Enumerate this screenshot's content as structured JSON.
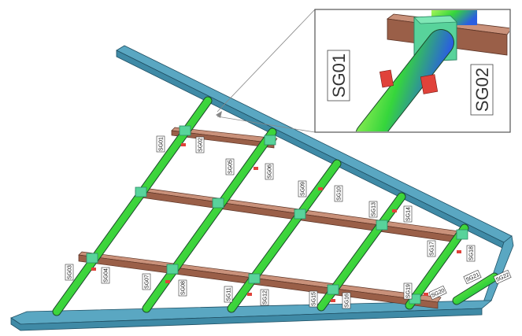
{
  "colors": {
    "background": "#ffffff",
    "frame_top": "#5aa7c2",
    "frame_side": "#3f8aa6",
    "frame_outline": "#1f4f63",
    "pipe_light": "#9cf04f",
    "pipe_mid": "#33d23a",
    "pipe_dark": "#2a6fe0",
    "collar": "#58d39b",
    "collar_edge": "#2d8a66",
    "beam_top": "#c9917a",
    "beam_side": "#9a5f48",
    "beam_edge": "#5b3325",
    "gauge_pad": "#e0423a",
    "tag_fill": "#ffffff",
    "tag_edge": "#333333"
  },
  "inset": {
    "labels": [
      "SG01",
      "SG02"
    ]
  },
  "gauge_labels": [
    "SG01",
    "SG02",
    "SG05",
    "SG06",
    "SG09",
    "SG10",
    "SG13",
    "SG14",
    "SG17",
    "SG18",
    "SG03",
    "SG04",
    "SG07",
    "SG08",
    "SG11",
    "SG12",
    "SG15",
    "SG16",
    "SG19",
    "SG20",
    "SG21",
    "SG22"
  ]
}
